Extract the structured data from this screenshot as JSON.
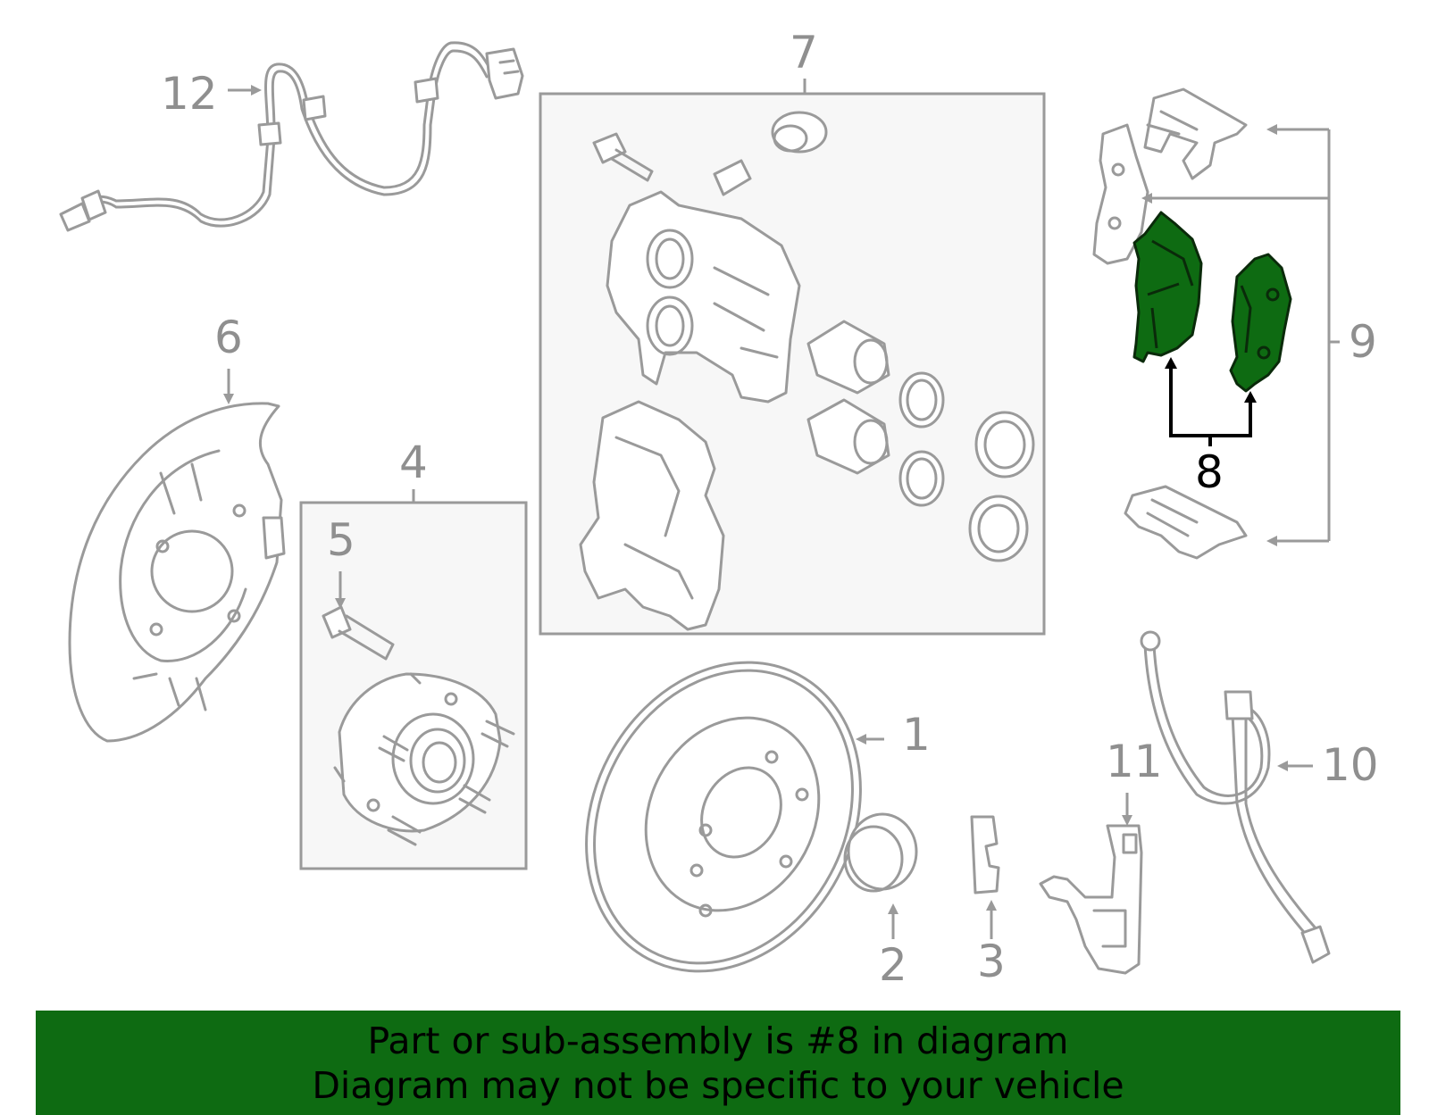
{
  "callouts": {
    "c1": "1",
    "c2": "2",
    "c3": "3",
    "c4": "4",
    "c5": "5",
    "c6": "6",
    "c7": "7",
    "c8": "8",
    "c9": "9",
    "c10": "10",
    "c11": "11",
    "c12": "12"
  },
  "highlight": {
    "part": "8",
    "color": "#0e6b12"
  },
  "colors": {
    "line_art": "#9a9a9a",
    "highlight_fill": "#0e6b12",
    "banner_background": "#0e6b12",
    "banner_text": "#000000"
  },
  "banner": {
    "line1": "Part or sub-assembly is #8 in diagram",
    "line2": "Diagram may not be specific to your vehicle"
  }
}
